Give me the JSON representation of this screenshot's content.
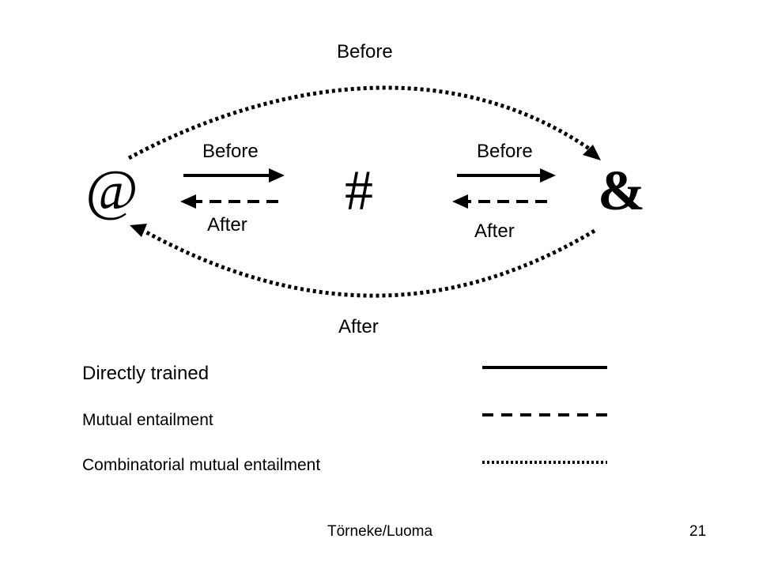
{
  "diagram": {
    "nodes": {
      "left": "@",
      "middle": "#",
      "right": "&"
    },
    "labels": {
      "top_arc": "Before",
      "bottom_arc": "After",
      "left_before": "Before",
      "left_after": "After",
      "right_before": "Before",
      "right_after": "After"
    }
  },
  "legend": {
    "directly_trained": "Directly trained",
    "mutual_entailment": "Mutual entailment",
    "combinatorial": "Combinatorial mutual entailment"
  },
  "footer": {
    "author": "Törneke/Luoma",
    "page": "21"
  },
  "colors": {
    "ink": "#000000",
    "background": "#ffffff"
  }
}
